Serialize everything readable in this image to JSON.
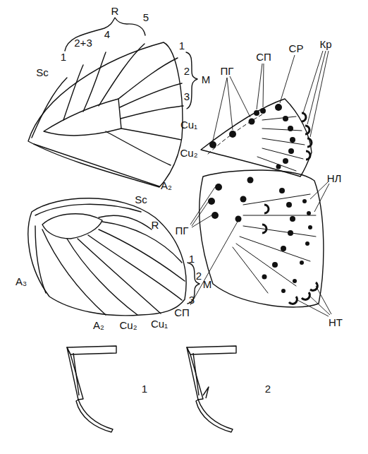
{
  "diagram": {
    "labels": [
      "R",
      "5",
      "4",
      "2+3",
      "1",
      "Sc",
      "1",
      "2",
      "3",
      "M",
      "Cu₁",
      "Cu₂",
      "A₂",
      "Sc",
      "R",
      "1",
      "2",
      "3",
      "M",
      "Cu₁",
      "Cu₂",
      "A₂",
      "A₃",
      "ПГ",
      "СП",
      "СР",
      "Кр",
      "НЛ",
      "ПГ",
      "СП",
      "НТ",
      "1",
      "2"
    ]
  }
}
